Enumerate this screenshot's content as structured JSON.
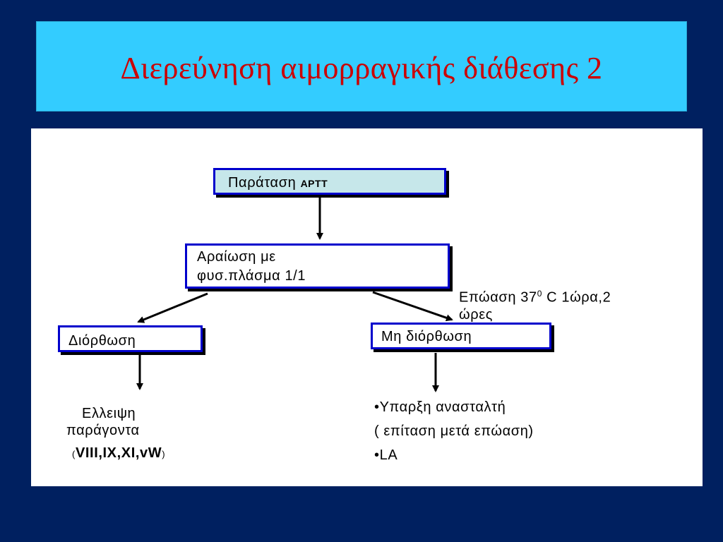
{
  "title": "Διερεύνηση αιμορραγικής διάθεσης 2",
  "colors": {
    "background": "#002060",
    "title_bar": "#33ccff",
    "title_text": "#cc0000",
    "box_border": "#0000cc",
    "aptt_fill": "#c6e7ea"
  },
  "nodes": {
    "aptt": {
      "label": "Παράταση ",
      "label_small": "APTT"
    },
    "dilution": {
      "line1": "Αραίωση με",
      "line2": "φυσ.πλάσμα 1/1"
    },
    "incubation": {
      "line1": "Επώαση 37",
      "sup": "0",
      "line1_rest": " C 1ώρα,2",
      "line2": "ώρες"
    },
    "correction": {
      "label": "Διόρθωση"
    },
    "no_correction": {
      "label": "Μη διόρθωση"
    },
    "deficiency": {
      "line1": "Ελλειψη",
      "line2": "παράγοντα",
      "paren_open": "(",
      "factors": "VIII,IX,XI,vW",
      "paren_close": ")"
    },
    "inhibitor": {
      "line1": "•Υπαρξη ανασταλτή",
      "line2": "( επίταση μετά επώαση)",
      "line3": "•LA"
    }
  }
}
